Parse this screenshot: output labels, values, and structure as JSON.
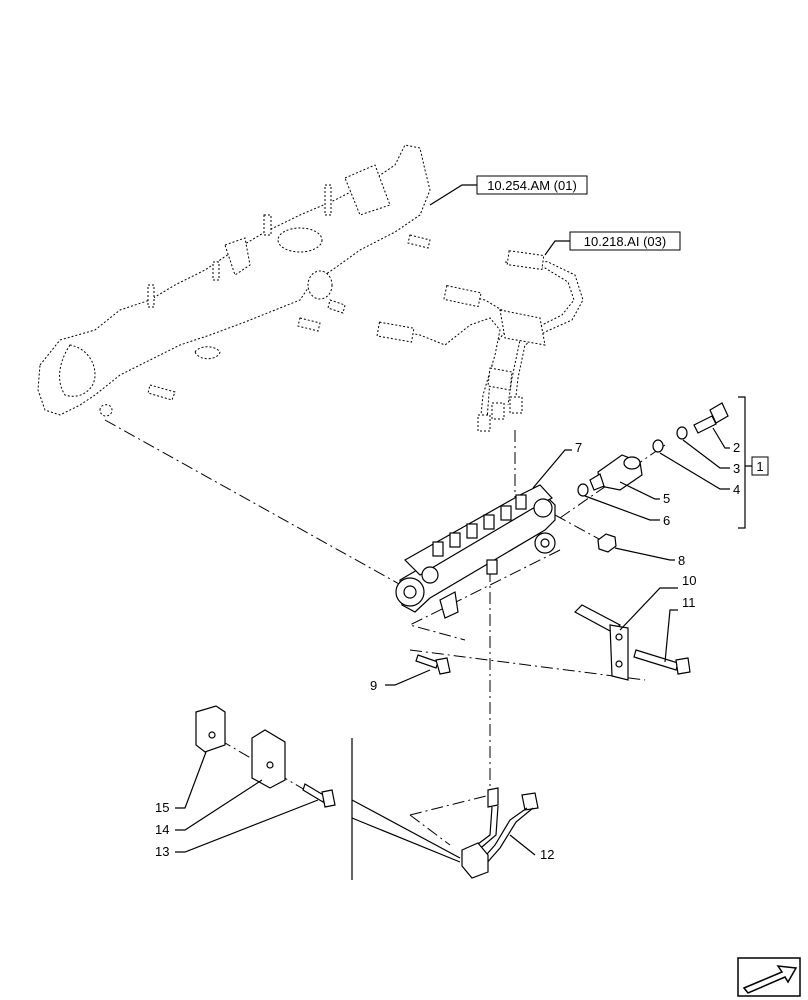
{
  "references": [
    {
      "id": "ref-intake",
      "text": "10.254.AM (01)"
    },
    {
      "id": "ref-injector",
      "text": "10.218.AI (03)"
    }
  ],
  "group_label": "1",
  "callouts": [
    "2",
    "3",
    "4",
    "5",
    "6",
    "7",
    "8",
    "9",
    "10",
    "11",
    "12",
    "13",
    "14",
    "15"
  ],
  "nav_icon": "next-page-arrow-icon"
}
